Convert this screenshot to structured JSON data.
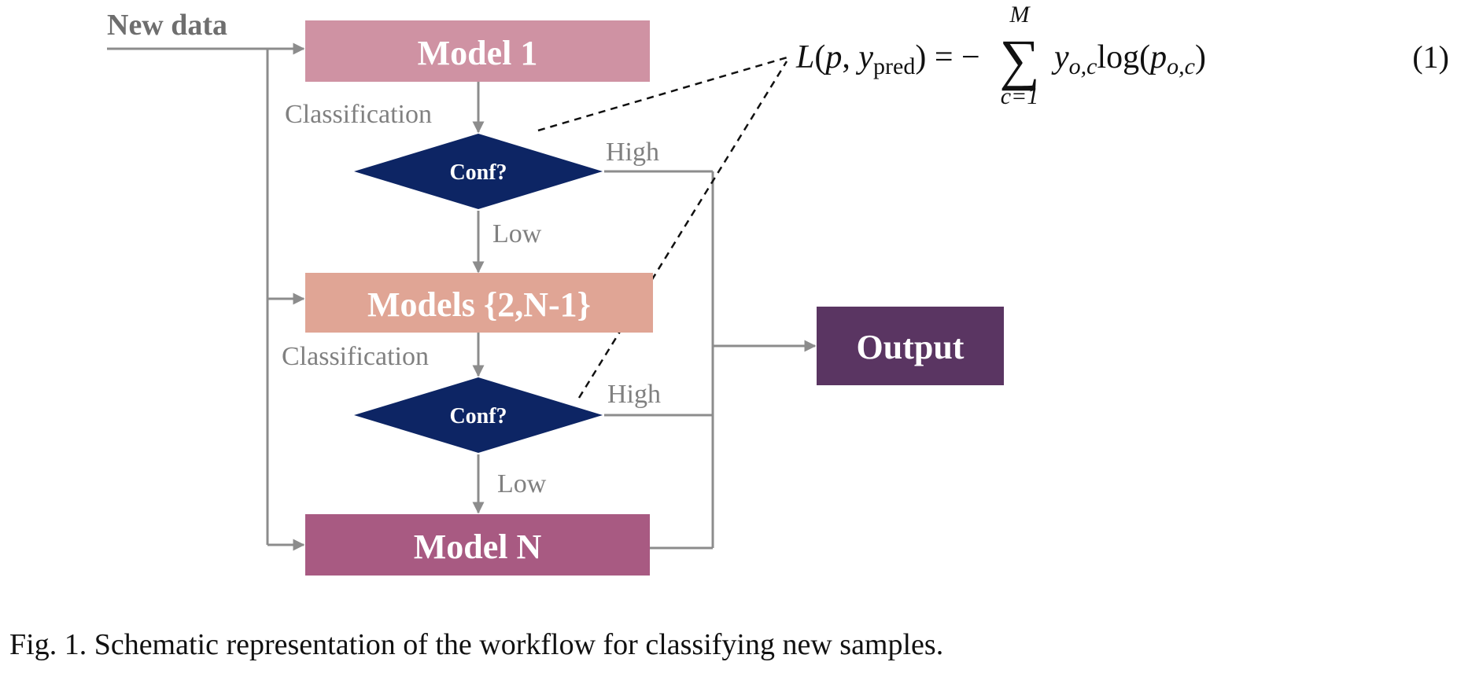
{
  "colors": {
    "model_1": "#cf92a3",
    "models_mid": "#e0a595",
    "model_n": "#a85a82",
    "decision": "#0d2564",
    "output": "#5a3562",
    "connector": "#8c8c8c"
  },
  "diagram": {
    "input_label": "New data",
    "nodes": {
      "model_1": "Model 1",
      "models_mid": "Models {2,N-1}",
      "model_n": "Model N",
      "decision_1": "Conf?",
      "decision_2": "Conf?",
      "output": "Output"
    },
    "edge_labels": {
      "classification_1": "Classification",
      "high_1": "High",
      "low_1": "Low",
      "classification_2": "Classification",
      "high_2": "High",
      "low_2": "Low"
    }
  },
  "equation": {
    "loss": "L",
    "open": "(",
    "p": "p",
    "comma": ", ",
    "y": "y",
    "pred": "pred",
    "close_eq": ") = −",
    "sum": "∑",
    "upper": "M",
    "lower": "c=1",
    "y_term": "y",
    "y_sub": "o,c",
    "log": "log(",
    "p_term": "p",
    "p_sub": "o,c",
    "close": ")",
    "number": "(1)"
  },
  "caption": "Fig. 1.   Schematic representation of the workflow for classifying new samples."
}
